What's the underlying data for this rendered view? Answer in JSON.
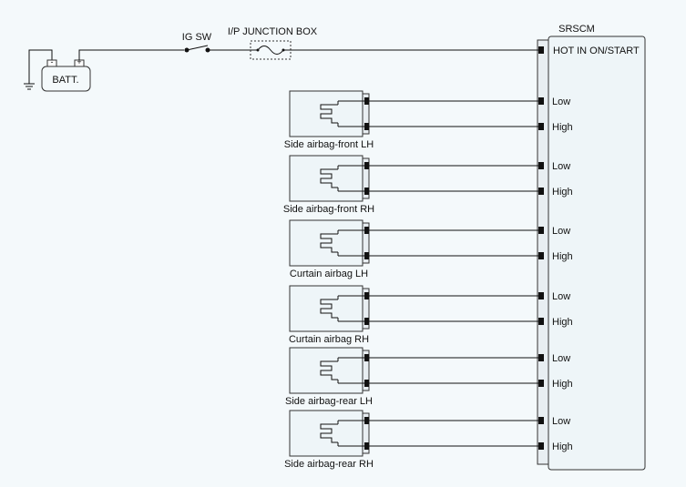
{
  "module": {
    "title": "SRSCM",
    "power_pin": "HOT IN ON/START"
  },
  "battery": {
    "label": "BATT.",
    "neg": "-",
    "pos": "+"
  },
  "ignition": {
    "label": "IG SW"
  },
  "junction": {
    "label": "I/P JUNCTION BOX"
  },
  "airbags": [
    {
      "name": "Side airbag-front LH",
      "pin_low": "Low",
      "pin_high": "High"
    },
    {
      "name": "Side airbag-front RH",
      "pin_low": "Low",
      "pin_high": "High"
    },
    {
      "name": "Curtain airbag LH",
      "pin_low": "Low",
      "pin_high": "High"
    },
    {
      "name": "Curtain airbag RH",
      "pin_low": "Low",
      "pin_high": "High"
    },
    {
      "name": "Side airbag-rear LH",
      "pin_low": "Low",
      "pin_high": "High"
    },
    {
      "name": "Side airbag-rear RH",
      "pin_low": "Low",
      "pin_high": "High"
    }
  ],
  "colors": {
    "line": "#111111",
    "module_fill": "#eef5f8",
    "connector_fill": "#e8eef2"
  }
}
